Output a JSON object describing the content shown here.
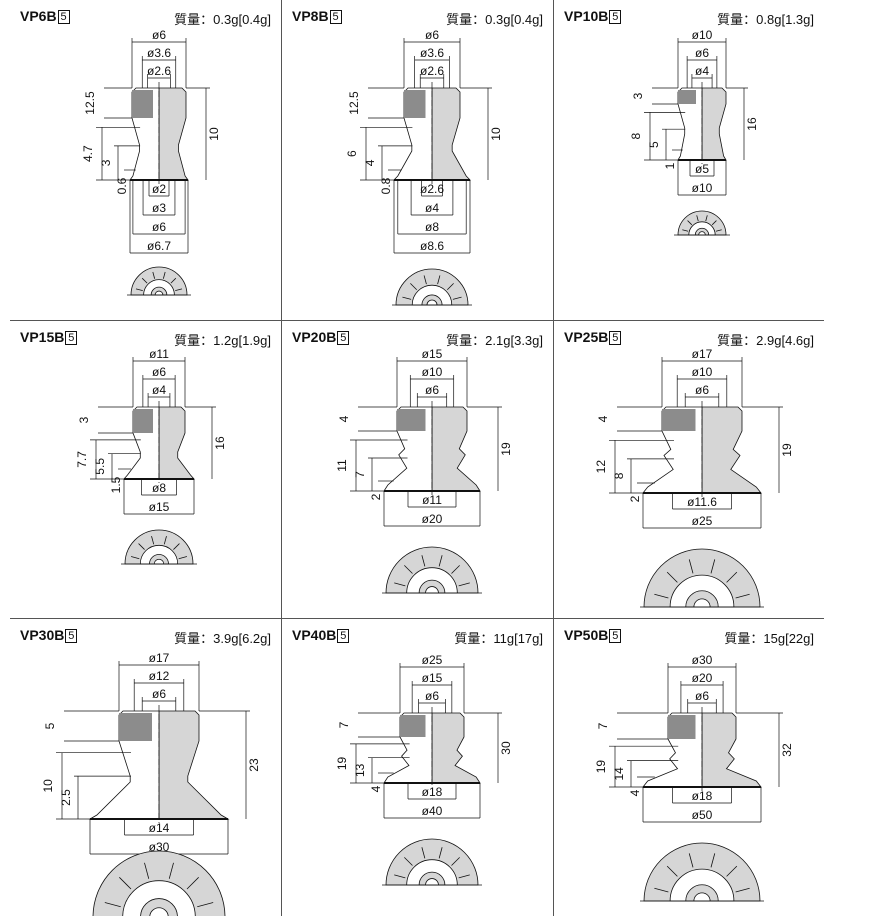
{
  "colors": {
    "body_light": "#d6d6d6",
    "body_dark": "#8c8c8c",
    "line": "#111111",
    "border": "#555555"
  },
  "panels": [
    {
      "model": "VP6B",
      "badge": "5",
      "mass": "質量：0.3g[0.4g]",
      "labels": {
        "d1": "ø6",
        "d2": "ø3.6",
        "d3": "ø2.6",
        "h1": "12.5",
        "h2": "4.7",
        "h3": "3",
        "h4": "0.6",
        "hR": "10",
        "b1": "ø2",
        "b2": "ø3",
        "b3": "ø6",
        "b4": "ø6.7"
      }
    },
    {
      "model": "VP8B",
      "badge": "5",
      "mass": "質量：0.3g[0.4g]",
      "labels": {
        "d1": "ø6",
        "d2": "ø3.6",
        "d3": "ø2.6",
        "h1": "12.5",
        "h2": "6",
        "h3": "4",
        "h4": "0.8",
        "hR": "10",
        "b1": "ø2.6",
        "b2": "ø4",
        "b3": "ø8",
        "b4": "ø8.6"
      }
    },
    {
      "model": "VP10B",
      "badge": "5",
      "mass": "質量：0.8g[1.3g]",
      "labels": {
        "d1": "ø10",
        "d2": "ø6",
        "d3": "ø4",
        "h1": "3",
        "h2": "8",
        "h3": "5",
        "h4": "1",
        "hR": "16",
        "b1": "ø5",
        "b2": "ø10"
      }
    },
    {
      "model": "VP15B",
      "badge": "5",
      "mass": "質量：1.2g[1.9g]",
      "labels": {
        "d1": "ø11",
        "d2": "ø6",
        "d3": "ø4",
        "h1": "3",
        "h2": "7.7",
        "h3": "5.5",
        "h4": "1.5",
        "hR": "16",
        "b1": "ø8",
        "b2": "ø15"
      }
    },
    {
      "model": "VP20B",
      "badge": "5",
      "mass": "質量：2.1g[3.3g]",
      "labels": {
        "d1": "ø15",
        "d2": "ø10",
        "d3": "ø6",
        "h1": "4",
        "h2": "11",
        "h3": "7",
        "h4": "2",
        "hR": "19",
        "b1": "ø11",
        "b2": "ø20"
      }
    },
    {
      "model": "VP25B",
      "badge": "5",
      "mass": "質量：2.9g[4.6g]",
      "labels": {
        "d1": "ø17",
        "d2": "ø10",
        "d3": "ø6",
        "h1": "4",
        "h2": "12",
        "h3": "8",
        "h4": "2",
        "hR": "19",
        "b1": "ø11.6",
        "b2": "ø25"
      }
    },
    {
      "model": "VP30B",
      "badge": "5",
      "mass": "質量：3.9g[6.2g]",
      "labels": {
        "d1": "ø17",
        "d2": "ø12",
        "d3": "ø6",
        "h1": "5",
        "h2": "10",
        "h3": "2.5",
        "hR": "23",
        "b1": "ø14",
        "b2": "ø30"
      }
    },
    {
      "model": "VP40B",
      "badge": "5",
      "mass": "質量：11g[17g]",
      "labels": {
        "d1": "ø25",
        "d2": "ø15",
        "d3": "ø6",
        "h1": "7",
        "h2": "19",
        "h3": "13",
        "h4": "4",
        "hR": "30",
        "b1": "ø18",
        "b2": "ø40"
      }
    },
    {
      "model": "VP50B",
      "badge": "5",
      "mass": "質量：15g[22g]",
      "labels": {
        "d1": "ø30",
        "d2": "ø20",
        "d3": "ø6",
        "h1": "7",
        "h2": "19",
        "h3": "14",
        "h4": "4",
        "hR": "32",
        "b1": "ø18",
        "b2": "ø50"
      }
    }
  ]
}
